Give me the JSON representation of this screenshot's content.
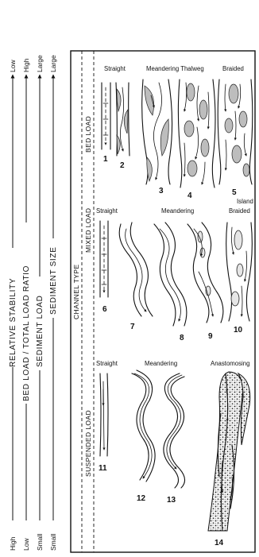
{
  "axes": [
    {
      "label": "RELATIVE STABILITY",
      "top": "Low",
      "bottom": "High"
    },
    {
      "label": "BED LOAD / TOTAL LOAD RATIO",
      "top": "High",
      "bottom": "Low"
    },
    {
      "label": "SEDIMENT LOAD",
      "top": "Large",
      "bottom": "Small"
    },
    {
      "label": "SEDIMENT SIZE",
      "top": "Large",
      "bottom": "Small"
    }
  ],
  "channel_type_label": "CHANNEL   TYPE",
  "sections": {
    "bed_load": "BED LOAD",
    "mixed_load": "MIXED LOAD",
    "suspended_load": "SUSPENDED LOAD"
  },
  "headers": {
    "bed_straight": "Straight",
    "bed_meandering_thalweg": "Meandering Thalweg",
    "bed_braided": "Braided",
    "mixed_straight": "Straight",
    "mixed_meandering": "Meandering",
    "mixed_island": "Island",
    "mixed_braided": "Braided",
    "susp_straight": "Straight",
    "susp_meandering": "Meandering",
    "susp_anastomosing": "Anastomosing"
  },
  "numbers": [
    "1",
    "2",
    "3",
    "4",
    "5",
    "6",
    "7",
    "8",
    "9",
    "10",
    "11",
    "12",
    "13",
    "14"
  ]
}
